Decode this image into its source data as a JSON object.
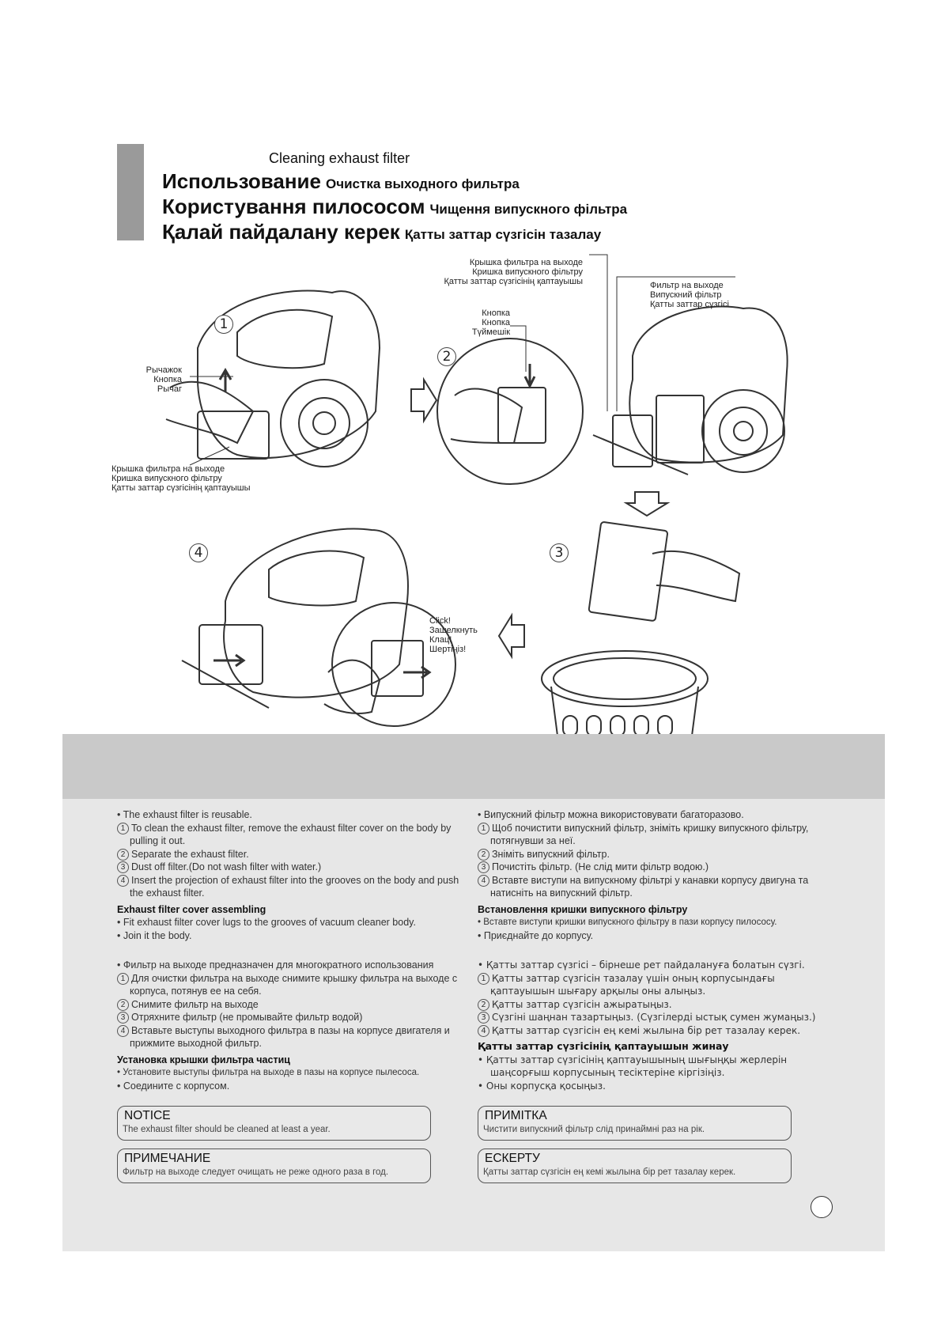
{
  "header": {
    "title_en": "Cleaning exhaust filter",
    "rows": [
      {
        "big": "Использование",
        "small": "Очистка выходного фильтра"
      },
      {
        "big": "Користування пилососом",
        "small": "Чищення випускного фільтра"
      },
      {
        "big": "Қалай пайдалану керек",
        "small": "Қатты заттар сүзгісін тазалау"
      }
    ]
  },
  "labels": {
    "lever": [
      "Рычажок",
      "Кнопка",
      "Рычаг"
    ],
    "cover_bottom": [
      "Крышка фильтра на выходе",
      "Кришка випускного фільтру",
      "Қатты заттар сүзгісінің қаптауышы"
    ],
    "cover_top": [
      "Крышка фильтра на выходе",
      "Кришка випускного фільтру",
      "Қатты заттар сүзгісінің қаптауышы"
    ],
    "button": [
      "Кнопка",
      "Кнопка",
      "Түймешік"
    ],
    "filter": [
      "Фильтр на выходе",
      "Випускний фільтр",
      "Қатты заттар сүзгісі"
    ],
    "click": [
      "Click!",
      "Зашелкнуть",
      "Клац!",
      "Шертіңіз!"
    ]
  },
  "steps": [
    "1",
    "2",
    "3",
    "4"
  ],
  "left_col": {
    "en": {
      "intro": "• The exhaust filter is reusable.",
      "items": [
        {
          "n": "1",
          "t": "To clean the exhaust filter, remove the exhaust filter cover on the body by pulling it out."
        },
        {
          "n": "2",
          "t": "Separate the exhaust filter."
        },
        {
          "n": "3",
          "t": "Dust off filter.(Do not wash filter with water.)"
        },
        {
          "n": "4",
          "t": "Insert the projection of exhaust filter into the grooves on the body and push the exhaust filter."
        }
      ],
      "sub_title": "Exhaust filter cover assembling",
      "sub_items": [
        "• Fit exhaust filter cover lugs to the grooves of vacuum cleaner body.",
        "• Join it the body."
      ]
    },
    "ru": {
      "intro": "• Фильтр на выходе предназначен для многократного использования",
      "items": [
        {
          "n": "1",
          "t": "Для очистки фильтра на выходе снимите крышку фильтра на выходе с корпуса, потянув ее на себя."
        },
        {
          "n": "2",
          "t": "Снимите фильтр на выходе"
        },
        {
          "n": "3",
          "t": "Отряхните фильтр (не промывайте фильтр водой)"
        },
        {
          "n": "4",
          "t": "Вставьте выступы выходного фильтра в пазы на корпусе двигателя и прижмите выходной фильтр."
        }
      ],
      "sub_title": "Установка крышки фильтра частиц",
      "sub_items": [
        "• Установите выступы фильтра на выходе в пазы на корпусе пылесоса.",
        "• Соедините с корпусом."
      ]
    }
  },
  "right_col": {
    "uk": {
      "intro": "• Випускний фільтр можна використовувати багаторазово.",
      "items": [
        {
          "n": "1",
          "t": "Щоб почистити випускний фільтр, зніміть кришку випускного фільтру, потягнувши за неї."
        },
        {
          "n": "2",
          "t": "Зніміть випускний фільтр."
        },
        {
          "n": "3",
          "t": "Почистіть фільтр. (Не слід мити фільтр водою.)"
        },
        {
          "n": "4",
          "t": "Вставте виступи на випускному фільтрі у канавки корпусу двигуна та натисніть на випускний фільтр."
        }
      ],
      "sub_title": "Встановлення кришки випускного фільтру",
      "sub_items": [
        "• Вставте виступи кришки випускного фільтру в пази корпусу пилососу.",
        "• Приєднайте до корпусу."
      ]
    },
    "kk": {
      "intro": "• Қатты заттар сүзгісі – бірнеше рет пайдалануға болатын сүзгі.",
      "items": [
        {
          "n": "1",
          "t": "Қатты заттар сүзгісін тазалау үшін оның корпусындағы қаптауышын шығару арқылы оны алыңыз."
        },
        {
          "n": "2",
          "t": "Қатты заттар сүзгісін ажыратыңыз."
        },
        {
          "n": "3",
          "t": "Сүзгіні шаңнан тазартыңыз. (Сүзгілерді ыстық сумен жумаңыз.)"
        },
        {
          "n": "4",
          "t": "Қатты заттар сүзгісін ең кемі жылына бір рет тазалау керек."
        }
      ],
      "sub_title": "Қатты заттар сүзгісінің қаптауышын жинау",
      "sub_items": [
        "• Қатты заттар сүзгісінің қаптауышының шығыңқы жерлерін шаңсорғыш корпусының тесіктеріне кіргізіңіз.",
        "• Оны корпусқа қосыңыз."
      ]
    }
  },
  "notices": [
    {
      "title": "NOTICE",
      "body": "The exhaust filter should be cleaned at least a year."
    },
    {
      "title": "ПРИМЕЧАНИЕ",
      "body": "Фильтр на выходе следует очищать не реже одного раза в год."
    },
    {
      "title": "ПРИМІТКА",
      "body": "Чистити випускний фільтр слід принаймні раз на рік."
    },
    {
      "title": "ЕСКЕРТУ",
      "body": "Қатты заттар сүзгісін ең кемі жылына бір рет тазалау керек."
    }
  ]
}
